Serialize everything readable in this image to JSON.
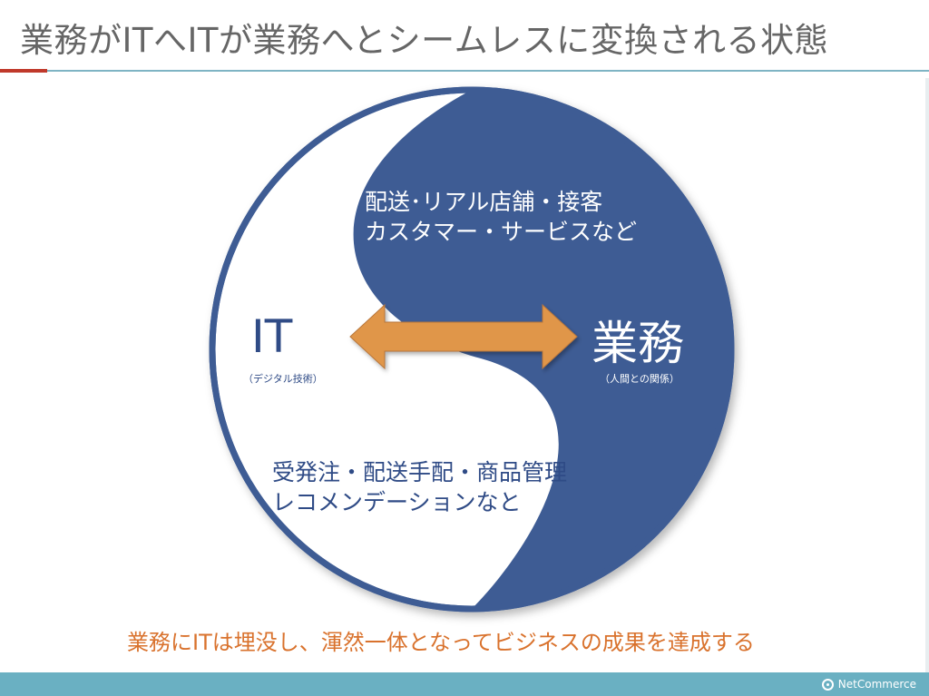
{
  "slide": {
    "title": "業務がITへITが業務へとシームレスに変換される状態",
    "conclusion": "業務にITは埋没し、渾然一体となってビジネスの成果を達成する"
  },
  "diagram": {
    "upper_region": {
      "line1": "配送･リアル店舗・接客",
      "line2": "カスタマー・サービスなど"
    },
    "lower_region": {
      "line1": "受発注・配送手配・商品管理",
      "line2": "レコメンデーションなと"
    },
    "left_node": {
      "label": "IT",
      "sublabel": "（デジタル技術）"
    },
    "right_node": {
      "label": "業務",
      "sublabel": "（人間との関係）"
    },
    "arrow": {
      "type": "double-headed",
      "color": "#e0964a"
    },
    "colors": {
      "dark_region": "#3e5c94",
      "light_region": "#ffffff",
      "accent_text": "#d9722d",
      "footer": "#6ab0c2"
    }
  },
  "footer": {
    "logo_text": "NetCommerce",
    "logo_icon": "netcommerce-logo-icon"
  }
}
